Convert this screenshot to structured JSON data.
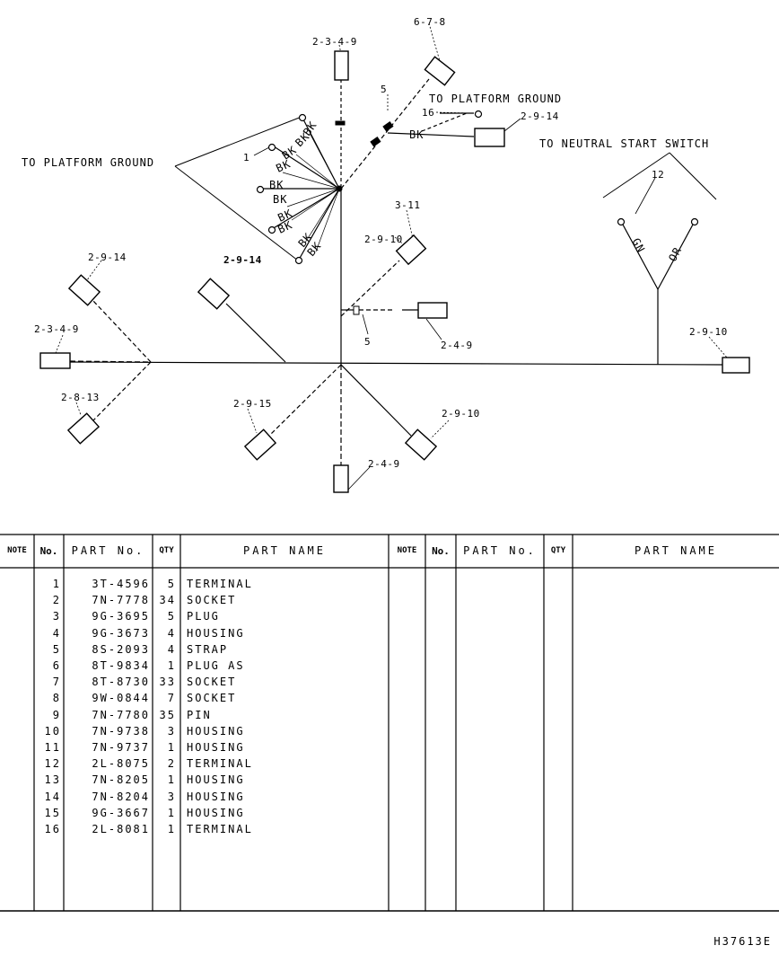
{
  "diagram": {
    "labels": {
      "ref_2349_top": "2-3-4-9",
      "ref_678": "6-7-8",
      "ref_5_top": "5",
      "platform_ground_right": "TO PLATFORM GROUND",
      "ref_16": "16",
      "ref_2914_topright": "2-9-14",
      "bk_right": "BK",
      "neutral_start": "TO NEUTRAL START SWITCH",
      "platform_ground_left": "TO PLATFORM GROUND",
      "ref_1": "1",
      "bk": "BK",
      "ref_12": "12",
      "ref_311": "3-11",
      "ref_2910_mid": "2-9-10",
      "gn": "GN",
      "or": "OR",
      "ref_2914_left": "2-9-14",
      "ref_2914_mid": "2-9-14",
      "ref_2349_left": "2-3-4-9",
      "ref_5_mid": "5",
      "ref_249_mid": "2-4-9",
      "ref_2910_right": "2-9-10",
      "ref_2813": "2-8-13",
      "ref_2915": "2-9-15",
      "ref_2910_bottom": "2-9-10",
      "ref_249_bottom": "2-4-9"
    }
  },
  "parts_table": {
    "headers": {
      "note": "NOTE",
      "no": "No.",
      "part_no": "PART No.",
      "qty": "QTY",
      "part_name": "PART NAME"
    },
    "rows": [
      {
        "no": "1",
        "part_no": "3T-4596",
        "qty": "5",
        "name": "TERMINAL"
      },
      {
        "no": "2",
        "part_no": "7N-7778",
        "qty": "34",
        "name": "SOCKET"
      },
      {
        "no": "3",
        "part_no": "9G-3695",
        "qty": "5",
        "name": "PLUG"
      },
      {
        "no": "4",
        "part_no": "9G-3673",
        "qty": "4",
        "name": "HOUSING"
      },
      {
        "no": "5",
        "part_no": "8S-2093",
        "qty": "4",
        "name": "STRAP"
      },
      {
        "no": "6",
        "part_no": "8T-9834",
        "qty": "1",
        "name": "PLUG AS"
      },
      {
        "no": "7",
        "part_no": "8T-8730",
        "qty": "33",
        "name": "SOCKET"
      },
      {
        "no": "8",
        "part_no": "9W-0844",
        "qty": "7",
        "name": "SOCKET"
      },
      {
        "no": "9",
        "part_no": "7N-7780",
        "qty": "35",
        "name": "PIN"
      },
      {
        "no": "10",
        "part_no": "7N-9738",
        "qty": "3",
        "name": "HOUSING"
      },
      {
        "no": "11",
        "part_no": "7N-9737",
        "qty": "1",
        "name": "HOUSING"
      },
      {
        "no": "12",
        "part_no": "2L-8075",
        "qty": "2",
        "name": "TERMINAL"
      },
      {
        "no": "13",
        "part_no": "7N-8205",
        "qty": "1",
        "name": "HOUSING"
      },
      {
        "no": "14",
        "part_no": "7N-8204",
        "qty": "3",
        "name": "HOUSING"
      },
      {
        "no": "15",
        "part_no": "9G-3667",
        "qty": "1",
        "name": "HOUSING"
      },
      {
        "no": "16",
        "part_no": "2L-8081",
        "qty": "1",
        "name": "TERMINAL"
      }
    ]
  },
  "footer": {
    "doc_id": "H37613E"
  }
}
